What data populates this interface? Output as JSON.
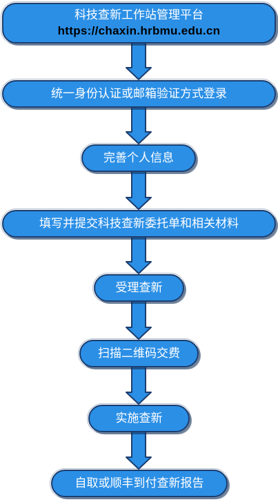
{
  "colors": {
    "box_fill": "#2b8fe6",
    "box_border": "#1b3d6e",
    "text": "#ffffff",
    "url_text": "#000000"
  },
  "steps": [
    {
      "label": "科技查新工作站管理平台",
      "url": "https://chaxin.hrbmu.edu.cn"
    },
    {
      "label": "统一身份认证或邮箱验证方式登录"
    },
    {
      "label": "完善个人信息"
    },
    {
      "label": "填写并提交科技查新委托单和相关材料"
    },
    {
      "label": "受理查新"
    },
    {
      "label": "扫描二维码交费"
    },
    {
      "label": "实施查新"
    },
    {
      "label": "自取或顺丰到付查新报告"
    }
  ]
}
